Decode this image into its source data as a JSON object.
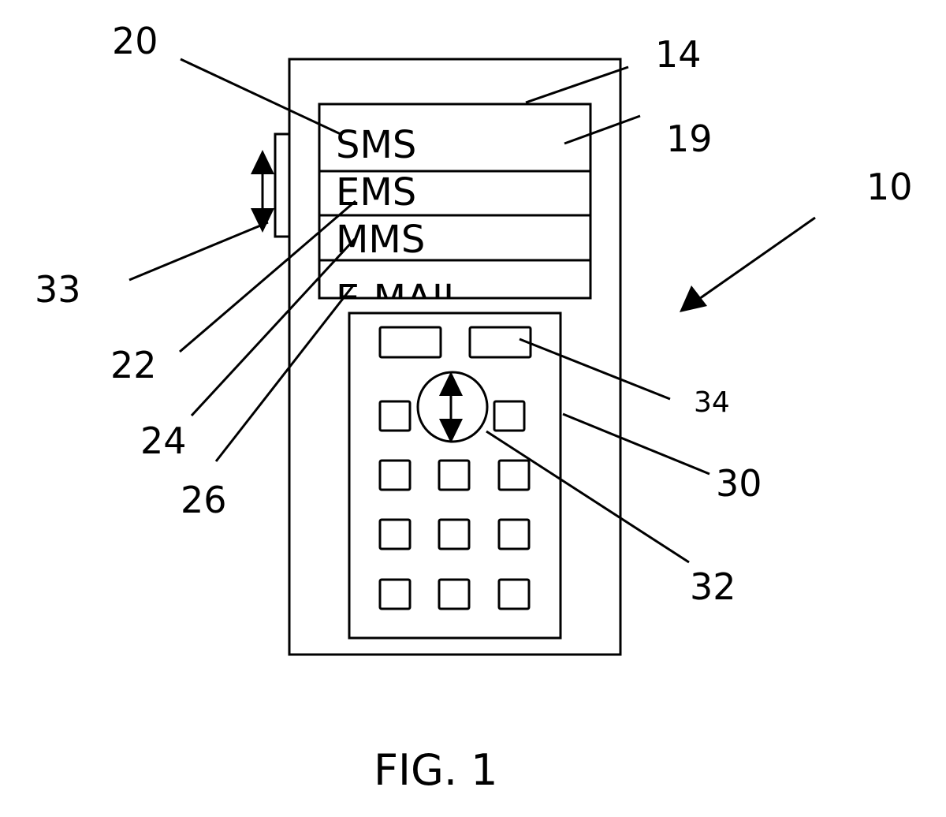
{
  "figure": {
    "caption": "FIG. 1",
    "menu_items": [
      "SMS",
      "EMS",
      "MMS",
      "E-MAIL"
    ],
    "reference_numerals": {
      "device": "10",
      "display": "14",
      "highlight": "19",
      "item_sms": "20",
      "item_ems": "22",
      "item_mms": "24",
      "item_email": "26",
      "keypad": "30",
      "navigation_key": "32",
      "side_scroll_key": "33",
      "soft_key": "34"
    }
  }
}
